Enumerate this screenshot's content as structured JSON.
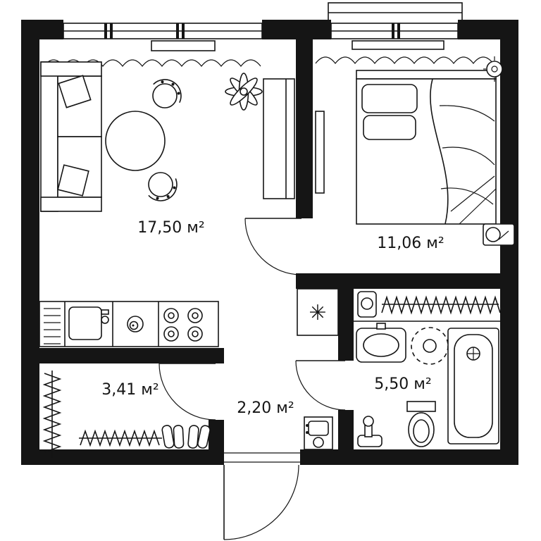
{
  "floorplan": {
    "rooms": {
      "living_room": {
        "area_label": "17,50 м²"
      },
      "bedroom": {
        "area_label": "11,06 м²"
      },
      "hallway": {
        "area_label": "3,41 м²"
      },
      "corridor": {
        "area_label": "2,20 м²"
      },
      "bathroom": {
        "area_label": "5,50 м²"
      }
    },
    "symbols": {
      "ventilation": "✳"
    },
    "colors": {
      "wall": "#151515",
      "line": "#151515",
      "background": "#ffffff"
    }
  }
}
